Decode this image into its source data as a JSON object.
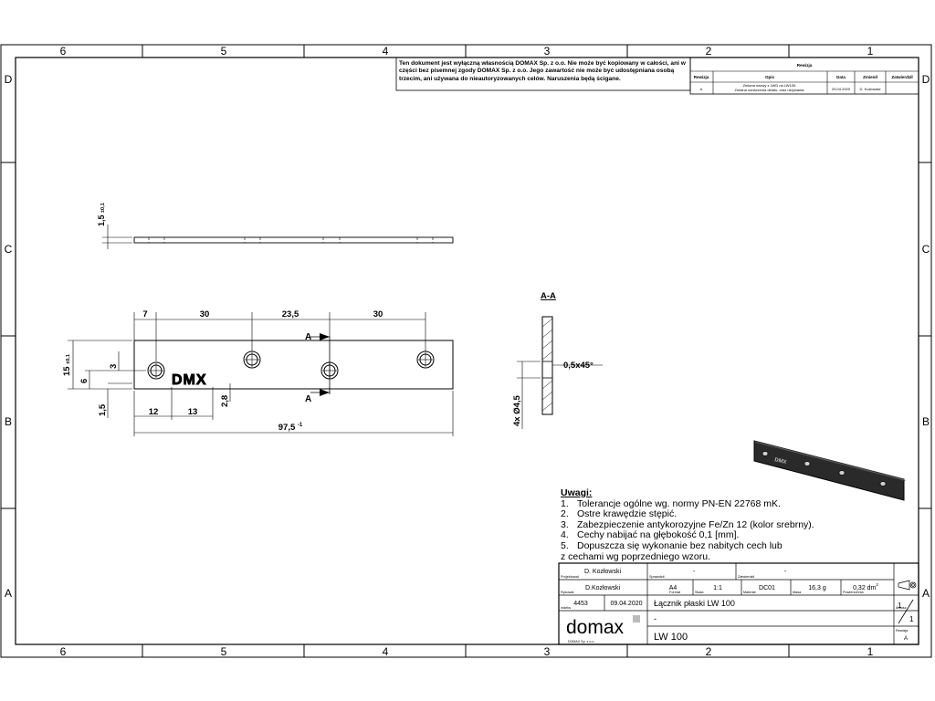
{
  "frame": {
    "col_labels": [
      "6",
      "5",
      "4",
      "3",
      "2",
      "1"
    ],
    "row_labels": [
      "D",
      "C",
      "B",
      "A"
    ]
  },
  "disclaimer": "Ten dokument jest wyłączną własnością DOMAX Sp. z o.o. Nie może być kopiowany w całości, ani w części bez pisemnej zgody DOMAX Sp. z o.o. Jego zawartość nie może być udostępniana osobą trzecim, ani używana do nieautoryzowanych celów. Naruszenia będą ścigane.",
  "revision_table": {
    "title": "Rewizja",
    "headers": [
      "Rewizja",
      "Opis",
      "Data",
      "Zmienił",
      "Zatwierdził"
    ],
    "row": {
      "rev": "A",
      "desc1": "Zmiana nazwy z LWD na LW100.",
      "desc2": "Zmiana oznaczenia detalu, oraz ukrywania.",
      "date": "29.04.2020",
      "by": "D. Kozłowski"
    }
  },
  "dimensions": {
    "thickness": "1,5",
    "thickness_tol": "±0,1",
    "top": [
      "7",
      "30",
      "23,5",
      "30"
    ],
    "height": "15",
    "height_tol": "±0,1",
    "hole_offset": "6",
    "hole_half": "3",
    "bottom_offset": "1,5",
    "logo_x1": "12",
    "logo_x2": "13",
    "logo_h": "2,8",
    "total": "97,5",
    "total_tol": "-1",
    "section_label": "A",
    "section_title": "A-A",
    "chamfer": "0,5x45°",
    "holes": "4x Ø4,5"
  },
  "logo_text": "DMX",
  "notes": {
    "heading": "Uwagi:",
    "items": [
      "Tolerancje ogólne wg. normy PN-EN 22768 mK.",
      "Ostre krawędzie stępić.",
      "Zabezpieczenie antykorozyjne Fe/Zn 12 (kolor srebrny).",
      "Cechy nabijać na głębokość 0,1 [mm].",
      "Dopuszcza się wykonanie bez nabitych cech lub"
    ],
    "continuation": "z cechami wg poprzedniego wzoru."
  },
  "title_block": {
    "designer": "D. Kozłowski",
    "designer_label": "Projektował",
    "checker_label": "Sprawdził",
    "approver_label": "Zatwierdził",
    "checker": "-",
    "approver": "-",
    "drawer": "D.Kozłowski",
    "drawer_label": "Rysował",
    "format": "A4",
    "format_label": "Format",
    "scale": "1:1",
    "scale_label": "Skala",
    "material": "DC01",
    "material_label": "Materiał",
    "mass": "16,3 g",
    "mass_label": "Masa",
    "volume": "0,32 dm",
    "volume_exp": "2",
    "volume_label": "Powierzchnia",
    "number": "4453",
    "number_label": "Indeks",
    "date": "09.04.2020",
    "name": "Łącznik płaski LW 100",
    "dash": "-",
    "code": "LW 100",
    "company": "domax",
    "company_sub": "DOMAX Sp. z o.o.",
    "sheet_label": "Arkusz",
    "sheet_a": "1",
    "sheet_b": "1",
    "rev_label": "Rewizja",
    "rev": "A"
  }
}
